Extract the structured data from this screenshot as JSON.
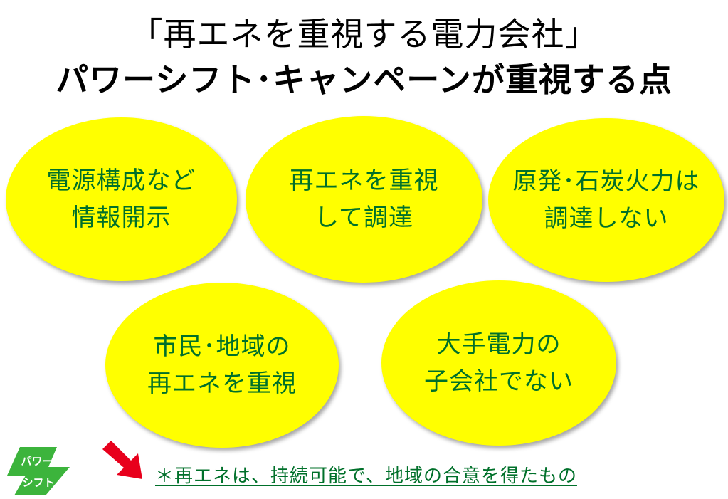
{
  "title": {
    "line1": "「再エネを重視する電力会社」",
    "line2": "パワーシフト･キャンペーンが重視する点"
  },
  "points": [
    {
      "line1": "電源構成など",
      "line2": "情報開示"
    },
    {
      "line1": "再エネを重視",
      "line2": "して調達"
    },
    {
      "line1": "原発･石炭火力は",
      "line2": "調達しない"
    },
    {
      "line1": "市民･地域の",
      "line2": "再エネを重視"
    },
    {
      "line1": "大手電力の",
      "line2": "子会社でない"
    }
  ],
  "logo": {
    "line1": "パワー",
    "line2": "シフト"
  },
  "footnote": "＊再エネは、持続可能で、地域の合意を得たもの",
  "colors": {
    "bubble_fill": "#ffff00",
    "bubble_text": "#00702a",
    "footnote_text": "#00702a",
    "arrow": "#e8001c",
    "logo_green": "#3cb43c"
  }
}
